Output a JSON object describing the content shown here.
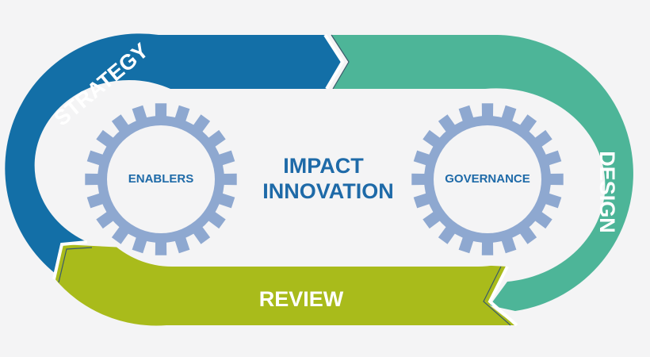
{
  "cycle": {
    "strategy": {
      "label": "STRATEGY",
      "color": "#136fa7"
    },
    "design": {
      "label": "DESIGN",
      "color": "#4db598"
    },
    "review": {
      "label": "REVIEW",
      "color": "#a9bb1b"
    }
  },
  "center": {
    "line1": "IMPACT",
    "line2": "INNOVATION",
    "color": "#1e6aa8"
  },
  "gears": {
    "left": {
      "label": "ENABLERS",
      "icon": "gear-icon"
    },
    "right": {
      "label": "GOVERNANCE",
      "icon": "gear-icon"
    },
    "color": "#8ea8d0"
  },
  "background": "#f4f4f5"
}
